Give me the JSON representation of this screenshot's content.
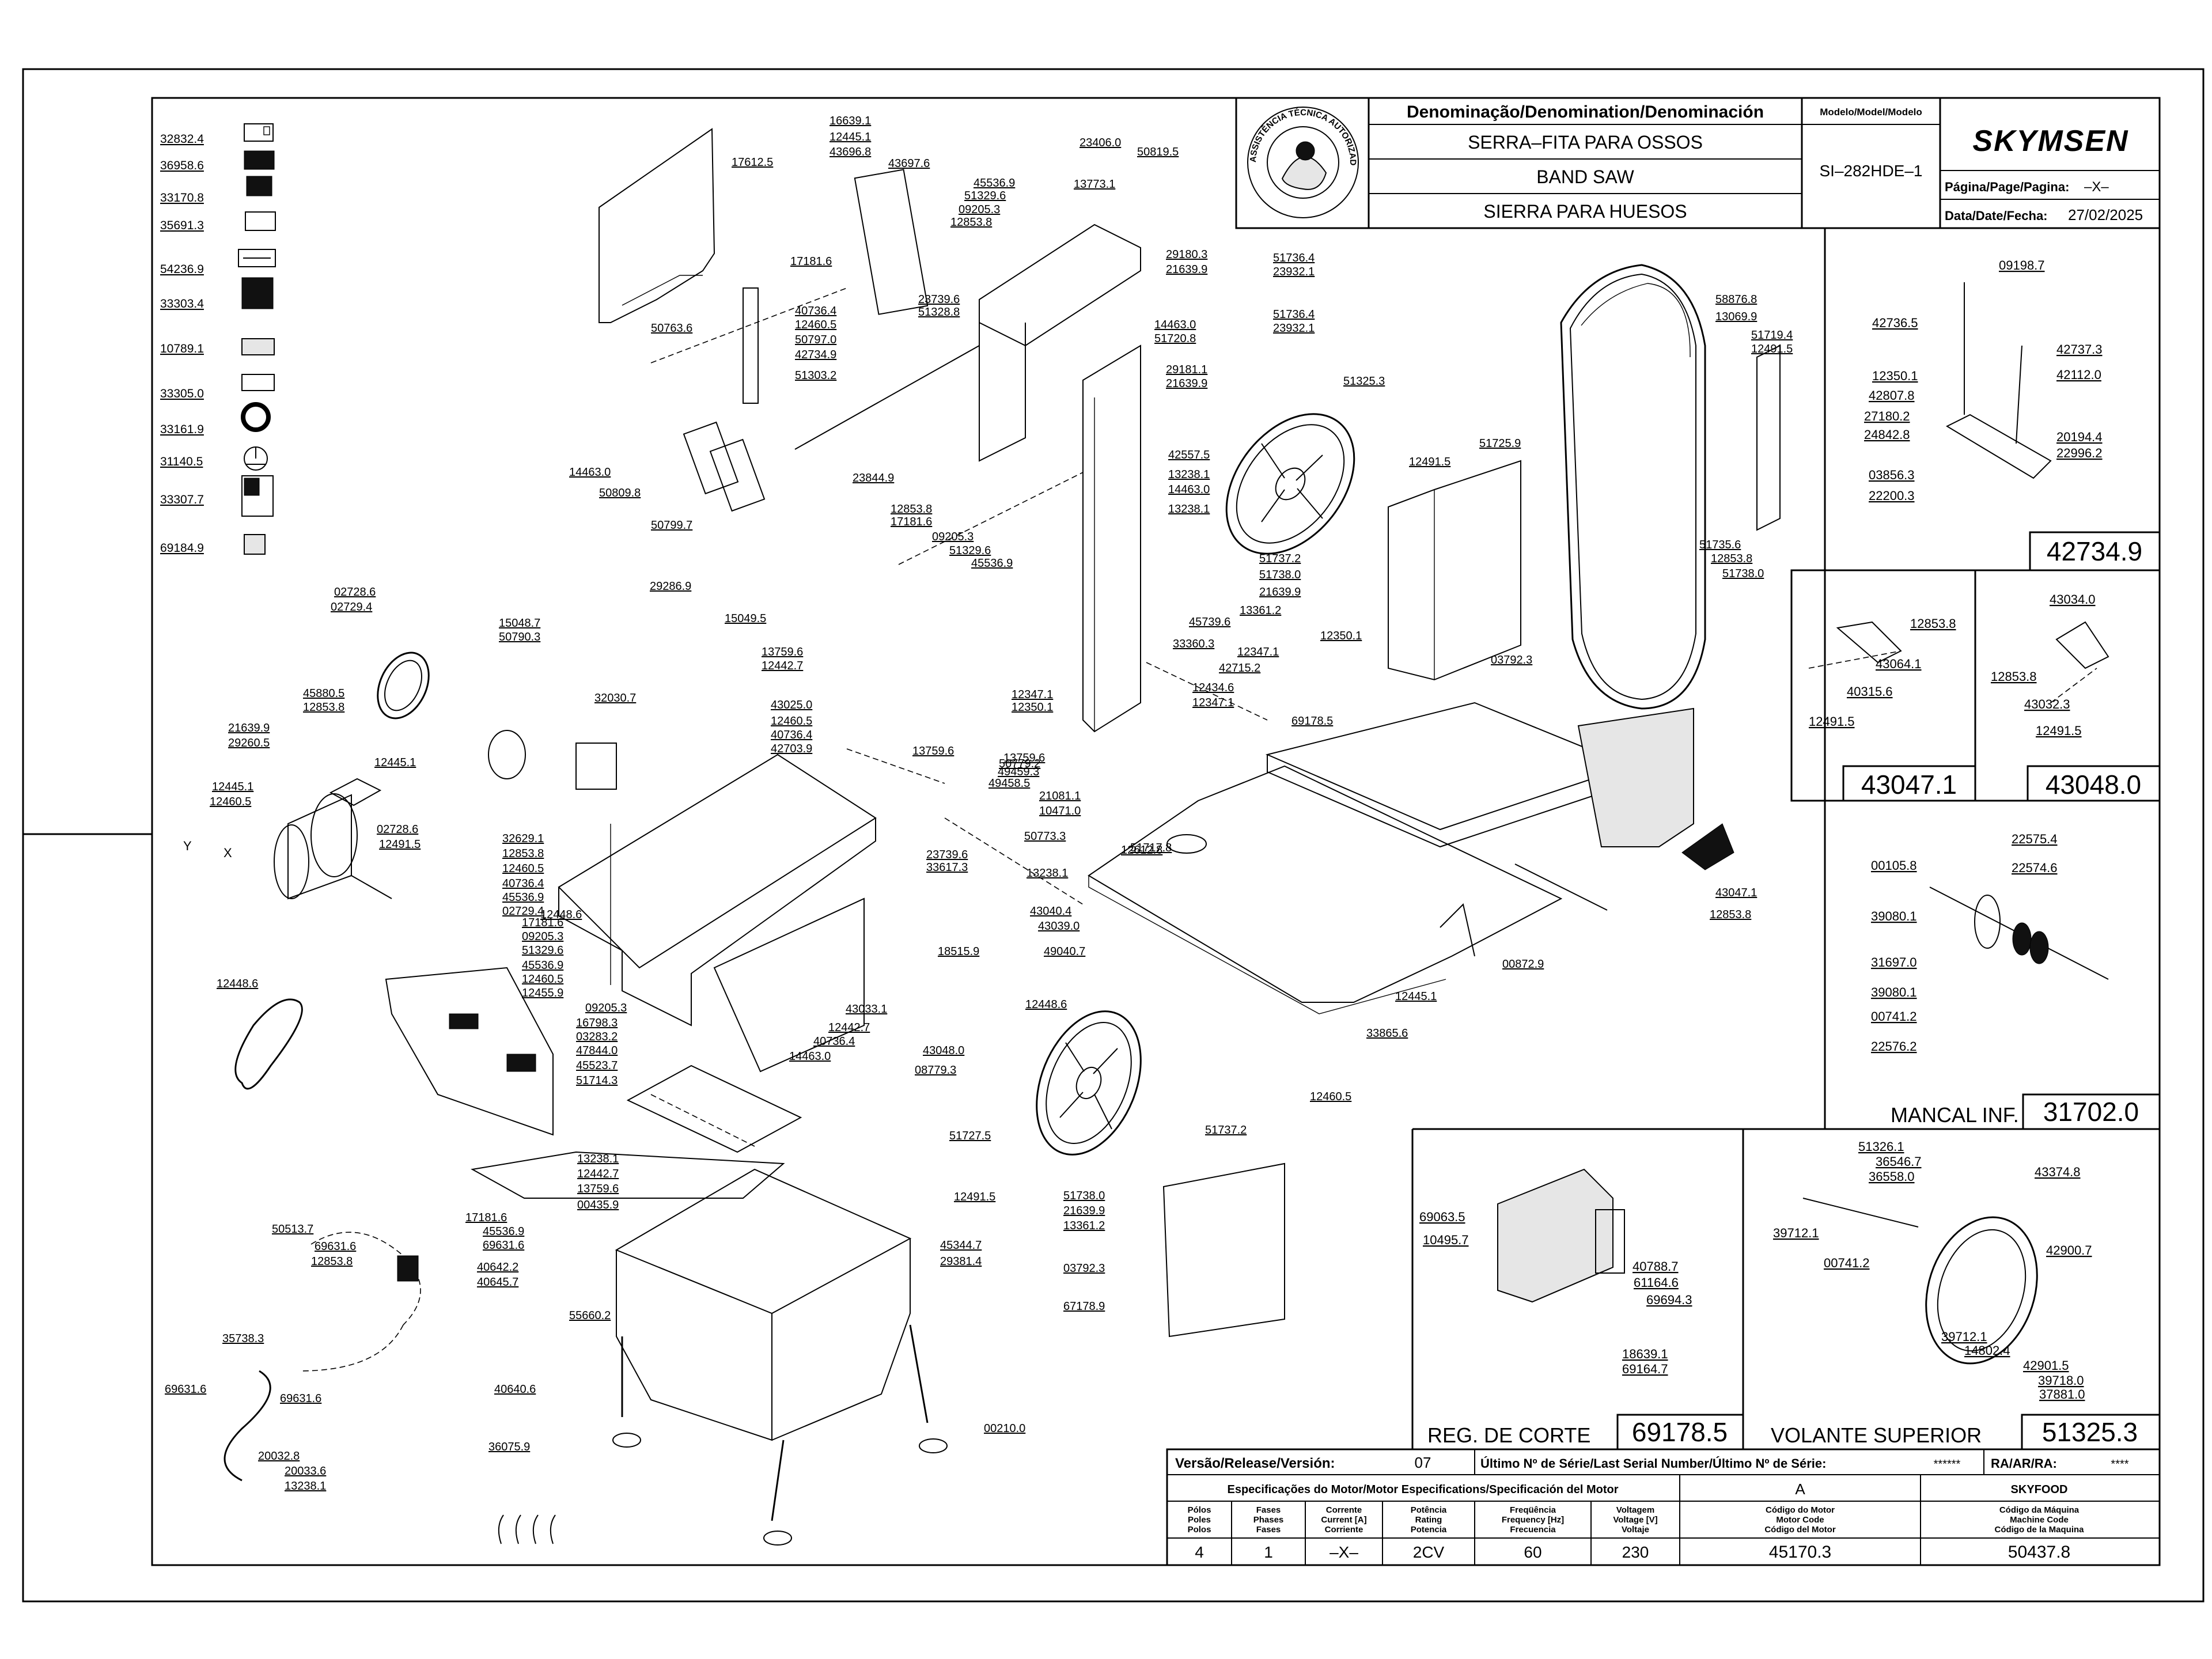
{
  "title_block": {
    "denomination_header": "Denominação/Denomination/Denominación",
    "model_header": "Modelo/Model/Modelo",
    "name_pt": "SERRA–FITA PARA OSSOS",
    "name_en": "BAND SAW",
    "name_es": "SIERRA PARA HUESOS",
    "model": "SI–282HDE–1",
    "brand": "SKYMSEN",
    "page_label": "Página/Page/Pagina:",
    "page_value": "–X–",
    "date_label": "Data/Date/Fecha:",
    "date_value": "27/02/2025",
    "seal_text": "ASSISTÊNCIA TÉCNICA AUTORIZADA"
  },
  "left_parts": [
    "32832.4",
    "36958.6",
    "33170.8",
    "35691.3",
    "54236.9",
    "33303.4",
    "10789.1",
    "33305.0",
    "33161.9",
    "31140.5",
    "33307.7",
    "69184.9"
  ],
  "callouts": [
    {
      "t": "16639.1"
    },
    {
      "t": "12445.1"
    },
    {
      "t": "43696.8"
    },
    {
      "t": "17612.5"
    },
    {
      "t": "43697.6"
    },
    {
      "t": "45536.9"
    },
    {
      "t": "51329.6"
    },
    {
      "t": "09205.3"
    },
    {
      "t": "12853.8"
    },
    {
      "t": "23406.0"
    },
    {
      "t": "13773.1"
    },
    {
      "t": "50819.5"
    },
    {
      "t": "17181.6"
    },
    {
      "t": "29180.3"
    },
    {
      "t": "21639.9"
    },
    {
      "t": "51736.4"
    },
    {
      "t": "23932.1"
    },
    {
      "t": "50763.6"
    },
    {
      "t": "40736.4"
    },
    {
      "t": "12460.5"
    },
    {
      "t": "50797.0"
    },
    {
      "t": "42734.9"
    },
    {
      "t": "51303.2"
    },
    {
      "t": "23739.6"
    },
    {
      "t": "51328.8"
    },
    {
      "t": "14463.0"
    },
    {
      "t": "51720.8"
    },
    {
      "t": "51736.4"
    },
    {
      "t": "23932.1"
    },
    {
      "t": "29181.1"
    },
    {
      "t": "21639.9"
    },
    {
      "t": "51325.3"
    },
    {
      "t": "14463.0"
    },
    {
      "t": "50809.8"
    },
    {
      "t": "50799.7"
    },
    {
      "t": "23844.9"
    },
    {
      "t": "12853.8"
    },
    {
      "t": "17181.6"
    },
    {
      "t": "09205.3"
    },
    {
      "t": "51329.6"
    },
    {
      "t": "45536.9"
    },
    {
      "t": "42557.5"
    },
    {
      "t": "13238.1"
    },
    {
      "t": "14463.0"
    },
    {
      "t": "13238.1"
    },
    {
      "t": "12491.5"
    },
    {
      "t": "51725.9"
    },
    {
      "t": "51737.2"
    },
    {
      "t": "51738.0"
    },
    {
      "t": "21639.9"
    },
    {
      "t": "13361.2"
    },
    {
      "t": "03792.3"
    },
    {
      "t": "58876.8"
    },
    {
      "t": "13069.9"
    },
    {
      "t": "51719.4"
    },
    {
      "t": "12491.5"
    },
    {
      "t": "51735.6"
    },
    {
      "t": "12853.8"
    },
    {
      "t": "51738.0"
    },
    {
      "t": "02728.6"
    },
    {
      "t": "02729.4"
    },
    {
      "t": "29286.9"
    },
    {
      "t": "15048.7"
    },
    {
      "t": "50790.3"
    },
    {
      "t": "15049.5"
    },
    {
      "t": "13759.6"
    },
    {
      "t": "12442.7"
    },
    {
      "t": "45739.6"
    },
    {
      "t": "33360.3"
    },
    {
      "t": "12350.1"
    },
    {
      "t": "12347.1"
    },
    {
      "t": "42715.2"
    },
    {
      "t": "12434.6"
    },
    {
      "t": "12347.1"
    },
    {
      "t": "45880.5"
    },
    {
      "t": "12853.8"
    },
    {
      "t": "32030.7"
    },
    {
      "t": "43025.0"
    },
    {
      "t": "12460.5"
    },
    {
      "t": "40736.4"
    },
    {
      "t": "42703.9"
    },
    {
      "t": "13759.6"
    },
    {
      "t": "21639.9"
    },
    {
      "t": "29260.5"
    },
    {
      "t": "12445.1"
    },
    {
      "t": "12347.1"
    },
    {
      "t": "12350.1"
    },
    {
      "t": "50779.2"
    },
    {
      "t": "51717.8"
    },
    {
      "t": "69178.5"
    },
    {
      "t": "12445.1"
    },
    {
      "t": "12460.5"
    },
    {
      "t": "13759.6"
    },
    {
      "t": "49459.3"
    },
    {
      "t": "49458.5"
    },
    {
      "t": "21081.1"
    },
    {
      "t": "10471.0"
    },
    {
      "t": "50773.3"
    },
    {
      "t": "12612.8"
    },
    {
      "t": "02728.6"
    },
    {
      "t": "12491.5"
    },
    {
      "t": "32629.1"
    },
    {
      "t": "12853.8"
    },
    {
      "t": "12460.5"
    },
    {
      "t": "40736.4"
    },
    {
      "t": "45536.9"
    },
    {
      "t": "02729.4"
    },
    {
      "t": "12448.6"
    },
    {
      "t": "23739.6"
    },
    {
      "t": "33617.3"
    },
    {
      "t": "13238.1"
    },
    {
      "t": "43047.1"
    },
    {
      "t": "43040.4"
    },
    {
      "t": "43039.0"
    },
    {
      "t": "49040.7"
    },
    {
      "t": "12853.8"
    },
    {
      "t": "17181.6"
    },
    {
      "t": "09205.3"
    },
    {
      "t": "51329.6"
    },
    {
      "t": "45536.9"
    },
    {
      "t": "12460.5"
    },
    {
      "t": "12455.9"
    },
    {
      "t": "18515.9"
    },
    {
      "t": "00872.9"
    },
    {
      "t": "12448.6"
    },
    {
      "t": "09205.3"
    },
    {
      "t": "16798.3"
    },
    {
      "t": "03283.2"
    },
    {
      "t": "47844.0"
    },
    {
      "t": "45523.7"
    },
    {
      "t": "51714.3"
    },
    {
      "t": "12442.7"
    },
    {
      "t": "40736.4"
    },
    {
      "t": "14463.0"
    },
    {
      "t": "43033.1"
    },
    {
      "t": "43048.0"
    },
    {
      "t": "08779.3"
    },
    {
      "t": "12448.6"
    },
    {
      "t": "12445.1"
    },
    {
      "t": "33865.6"
    },
    {
      "t": "51727.5"
    },
    {
      "t": "12460.5"
    },
    {
      "t": "13238.1"
    },
    {
      "t": "12442.7"
    },
    {
      "t": "13759.6"
    },
    {
      "t": "00435.9"
    },
    {
      "t": "12491.5"
    },
    {
      "t": "51737.2"
    },
    {
      "t": "51738.0"
    },
    {
      "t": "21639.9"
    },
    {
      "t": "13361.2"
    },
    {
      "t": "03792.3"
    },
    {
      "t": "67178.9"
    },
    {
      "t": "50513.7"
    },
    {
      "t": "69631.6"
    },
    {
      "t": "12853.8"
    },
    {
      "t": "17181.6"
    },
    {
      "t": "45536.9"
    },
    {
      "t": "69631.6"
    },
    {
      "t": "40642.2"
    },
    {
      "t": "40645.7"
    },
    {
      "t": "55660.2"
    },
    {
      "t": "35738.3"
    },
    {
      "t": "69631.6"
    },
    {
      "t": "69631.6"
    },
    {
      "t": "40640.6"
    },
    {
      "t": "36075.9"
    },
    {
      "t": "20032.8"
    },
    {
      "t": "20033.6"
    },
    {
      "t": "13238.1"
    },
    {
      "t": "45344.7"
    },
    {
      "t": "29381.4"
    },
    {
      "t": "00210.0"
    }
  ],
  "panel_42734": {
    "code": "42734.9",
    "labels": [
      "09198.7",
      "42736.5",
      "42737.3",
      "42112.0",
      "12350.1",
      "42807.8",
      "27180.2",
      "24842.8",
      "20194.4",
      "22996.2",
      "03856.3",
      "22200.3"
    ]
  },
  "panel_43047": {
    "code": "43047.1",
    "labels": [
      "12853.8",
      "43064.1",
      "40315.6",
      "12491.5"
    ]
  },
  "panel_43048": {
    "code": "43048.0",
    "labels": [
      "43034.0",
      "12853.8",
      "43032.3",
      "12491.5"
    ]
  },
  "panel_31702": {
    "name": "MANCAL INF.",
    "code": "31702.0",
    "labels": [
      "22575.4",
      "22574.6",
      "00105.8",
      "39080.1",
      "31697.0",
      "39080.1",
      "00741.2",
      "22576.2"
    ]
  },
  "panel_69178": {
    "name": "REG. DE CORTE",
    "code": "69178.5",
    "labels": [
      "69063.5",
      "10495.7",
      "40788.7",
      "61164.6",
      "69694.3",
      "18639.1",
      "69164.7"
    ]
  },
  "panel_51325": {
    "name": "VOLANTE SUPERIOR",
    "code": "51325.3",
    "labels": [
      "51326.1",
      "36546.7",
      "36558.0",
      "43374.8",
      "39712.1",
      "00741.2",
      "42900.7",
      "39712.1",
      "14802.4",
      "42901.5",
      "39718.0",
      "37881.0"
    ]
  },
  "release_block": {
    "version_label": "Versão/Release/Versión:",
    "version_value": "07",
    "serial_label": "Último Nº de Série/Last Serial Number/Último Nº de Série:",
    "serial_value": "******",
    "ra_label": "RA/AR/RA:",
    "ra_value": "****",
    "motor_spec_header": "Especificações do Motor/Motor Especifications/Specificación del Motor",
    "motor_spec_letter": "A",
    "skyfood_header": "SKYFOOD",
    "col_poles": "Pólos\nPoles\nPolos",
    "col_phases": "Fases\nPhases\nFases",
    "col_current": "Corrente\nCurrent [A]\nCorriente",
    "col_power": "Potência\nRating\nPotencia",
    "col_freq": "Freqüência\nFrequency [Hz]\nFrecuencia",
    "col_voltage": "Voltagem\nVoltage [V]\nVoltaje",
    "col_motor_code": "Código do Motor\nMotor Code\nCódigo del Motor",
    "col_machine_code": "Código da Máquina\nMachine Code\nCódigo de la Maquina",
    "val_poles": "4",
    "val_phases": "1",
    "val_current": "–X–",
    "val_power": "2CV",
    "val_freq": "60",
    "val_voltage": "230",
    "val_motor_code": "45170.3",
    "val_machine_code": "50437.8"
  },
  "axis_labels": {
    "x": "X",
    "y": "Y"
  }
}
